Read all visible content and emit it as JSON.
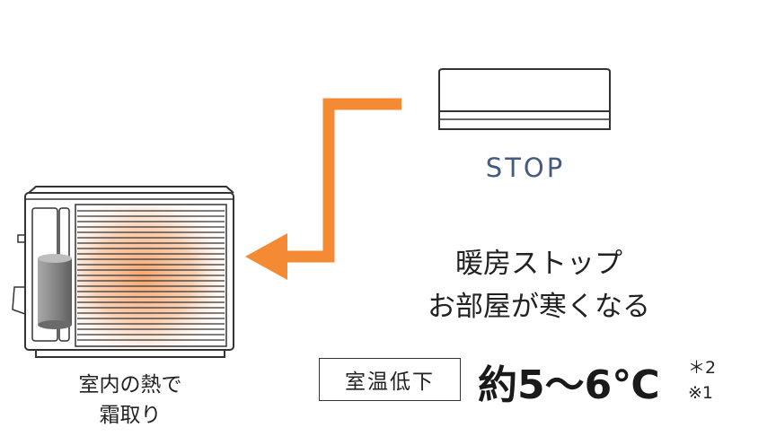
{
  "stop_label": "STOP",
  "caption_right": {
    "line1": "暖房ストップ",
    "line2": "お部屋が寒くなる"
  },
  "caption_left": {
    "line1": "室内の熱で",
    "line2": "霜取り"
  },
  "badge_label": "室温低下",
  "temperature_drop": "約5〜6℃",
  "notes": {
    "note1": "＊2",
    "note2": "※1"
  },
  "icons": {
    "indoor_unit": "air-conditioner-indoor-icon",
    "outdoor_unit": "outdoor-unit-icon",
    "arrow": "heat-flow-arrow-icon"
  },
  "colors": {
    "arrow": "#f58a35",
    "heat_glow": "#f6a36b",
    "stop_text": "#445a82",
    "compressor": "#8c8c8c"
  }
}
